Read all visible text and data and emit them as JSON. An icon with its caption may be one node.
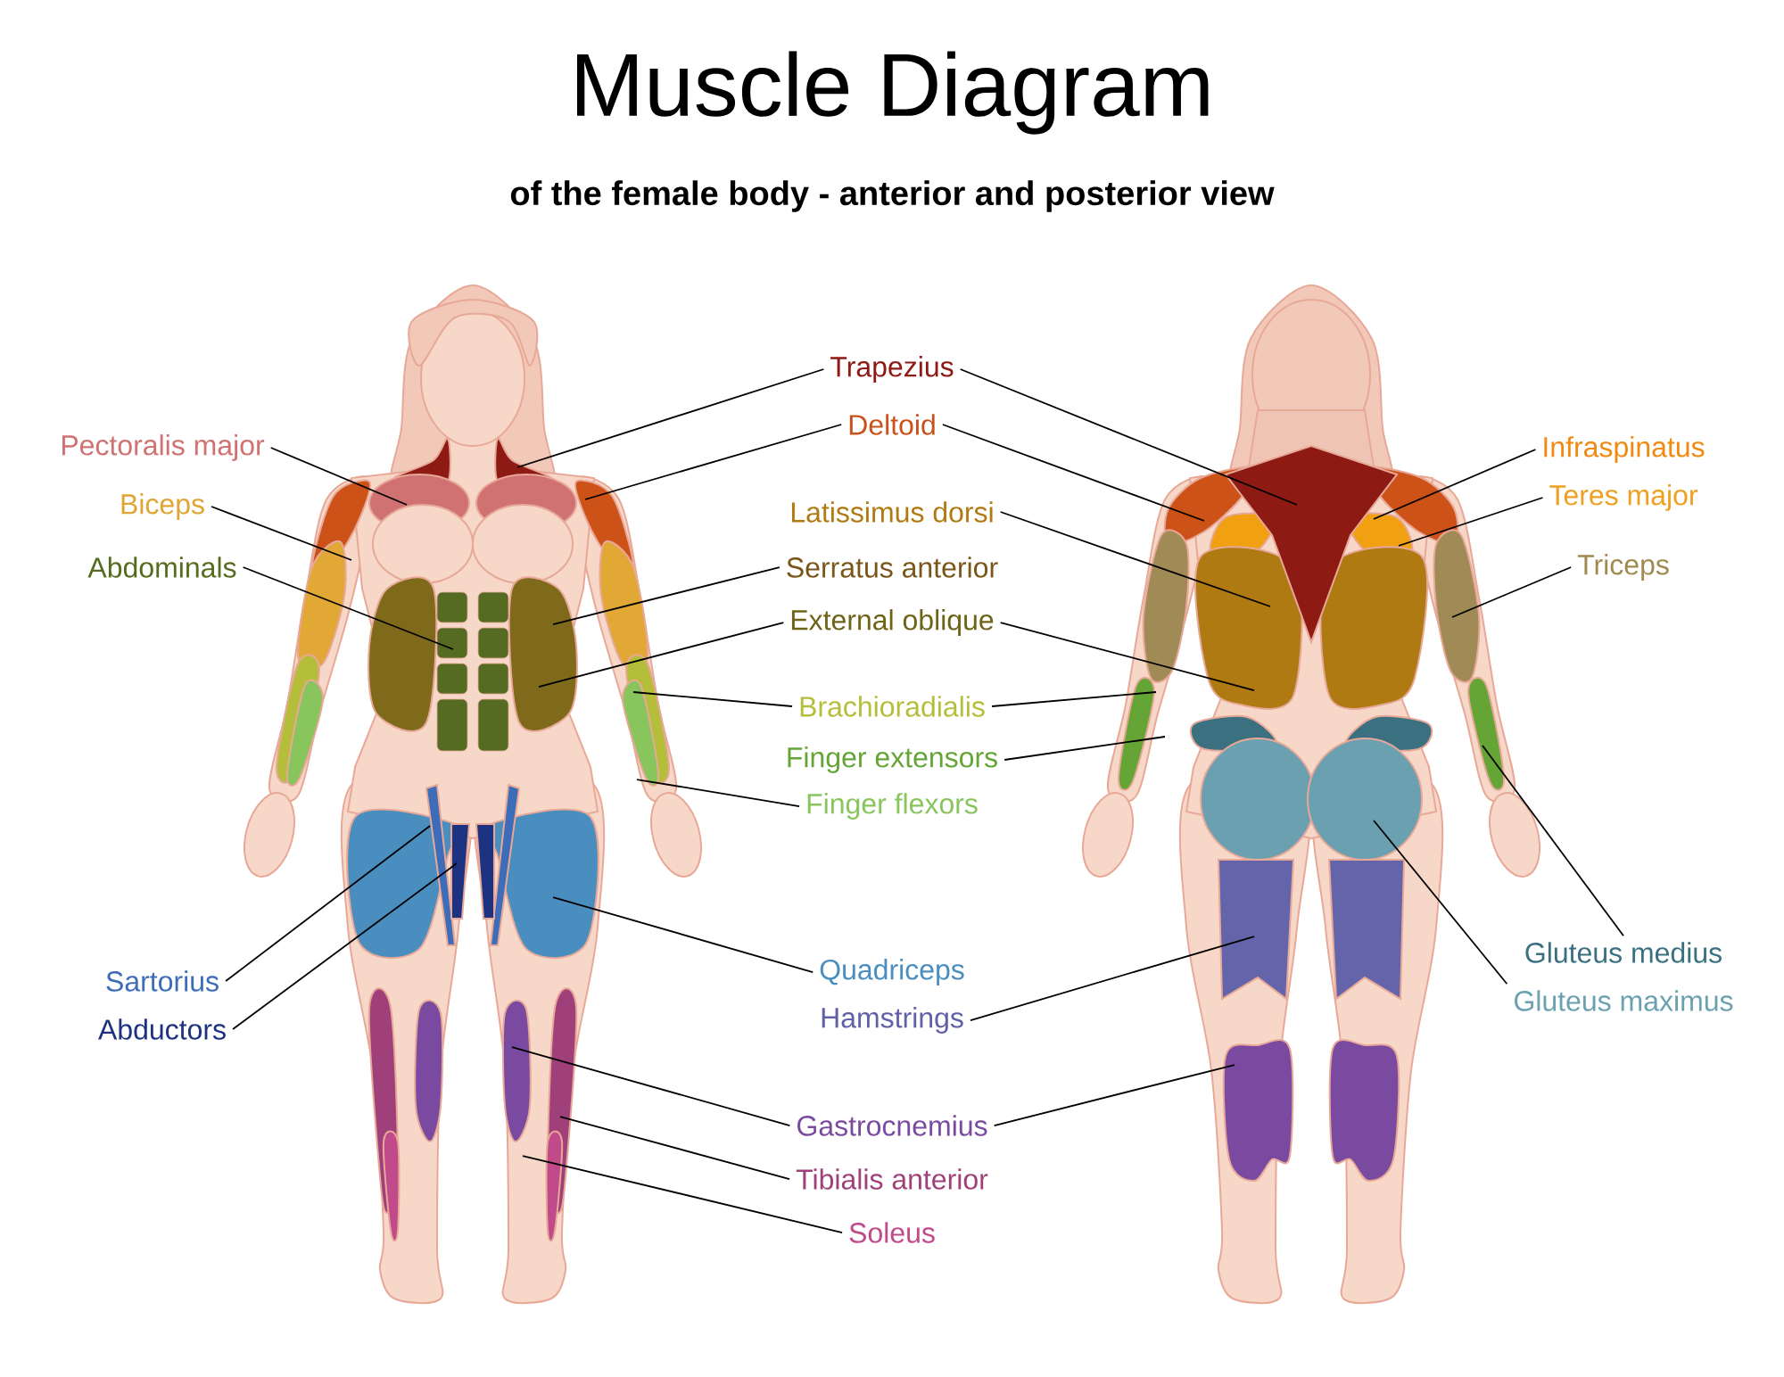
{
  "diagram": {
    "title": "Muscle Diagram",
    "nodes": [
      {
        "text": [
          "Pectoralis major"
        ]
      },
      {
        "text": [
          "Biceps"
        ]
      },
      {
        "text": [
          "Abdominals"
        ]
      },
      {
        "text": [
          "Sartorius"
        ]
      },
      {
        "text": [
          "Abductors"
        ]
      },
      {
        "text": [
          "Trapezius"
        ]
      },
      {
        "text": [
          "Deltoid"
        ]
      },
      {
        "text": [
          "Latissimus dorsi"
        ]
      },
      {
        "text": [
          "Serratus anterior"
        ]
      },
      {
        "text": [
          "External oblique"
        ]
      },
      {
        "text": [
          "Brachioradialis"
        ]
      },
      {
        "text": [
          "Finger extensors"
        ]
      },
      {
        "text": [
          "Finger flexors"
        ]
      },
      {
        "text": [
          "Quadriceps"
        ]
      },
      {
        "text": [
          "Hamstrings"
        ]
      },
      {
        "text": [
          "Gastrocnemius"
        ]
      },
      {
        "text": [
          "Tibialis anterior"
        ]
      },
      {
        "text": [
          "Soleus"
        ]
      },
      {
        "text": [
          "Infraspinatus"
        ]
      },
      {
        "text": [
          "Teres major"
        ]
      },
      {
        "text": [
          "Triceps"
        ]
      },
      {
        "text": [
          "Gluteus medius"
        ]
      },
      {
        "text": [
          "Gluteus maximus"
        ]
      }
    ],
    "edges": [
      {
        "from": 0,
        "to": null,
        "arrow": "none"
      },
      {
        "from": 1,
        "to": null,
        "arrow": "none"
      },
      {
        "from": 2,
        "to": null,
        "arrow": "none"
      },
      {
        "from": 3,
        "to": null,
        "arrow": "none"
      },
      {
        "from": 4,
        "to": null,
        "arrow": "none"
      },
      {
        "from": 5,
        "to": null,
        "arrow": "none"
      },
      {
        "from": 5,
        "to": null,
        "arrow": "none"
      },
      {
        "from": 6,
        "to": null,
        "arrow": "none"
      },
      {
        "from": 6,
        "to": null,
        "arrow": "none"
      },
      {
        "from": 7,
        "to": null,
        "arrow": "none"
      },
      {
        "from": 8,
        "to": null,
        "arrow": "none"
      },
      {
        "from": 9,
        "to": null,
        "arrow": "none"
      },
      {
        "from": 9,
        "to": null,
        "arrow": "none"
      },
      {
        "from": 10,
        "to": null,
        "arrow": "none"
      },
      {
        "from": 10,
        "to": null,
        "arrow": "none"
      },
      {
        "from": 11,
        "to": null,
        "arrow": "none"
      },
      {
        "from": 12,
        "to": null,
        "arrow": "none"
      },
      {
        "from": 13,
        "to": null,
        "arrow": "none"
      },
      {
        "from": 14,
        "to": null,
        "arrow": "none"
      },
      {
        "from": 15,
        "to": null,
        "arrow": "none"
      },
      {
        "from": 15,
        "to": null,
        "arrow": "none"
      },
      {
        "from": 16,
        "to": null,
        "arrow": "none"
      },
      {
        "from": 17,
        "to": null,
        "arrow": "none"
      },
      {
        "from": 18,
        "to": null,
        "arrow": "none"
      },
      {
        "from": 19,
        "to": null,
        "arrow": "none"
      },
      {
        "from": 20,
        "to": null,
        "arrow": "none"
      },
      {
        "from": 21,
        "to": null,
        "arrow": "none"
      },
      {
        "from": 22,
        "to": null,
        "arrow": "none"
      }
    ],
    "labels": [
      "of the female body - anterior and posterior view"
    ]
  }
}
